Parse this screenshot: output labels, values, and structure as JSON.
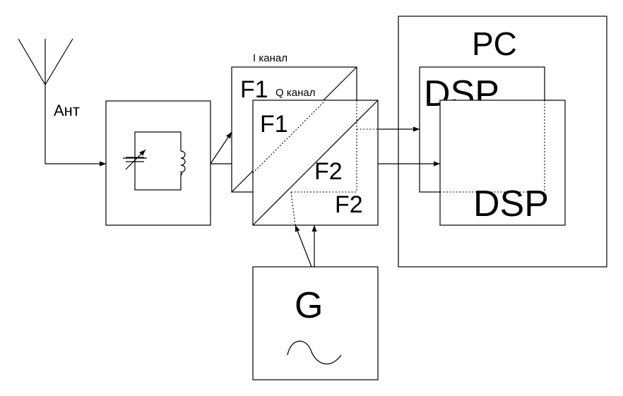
{
  "antenna": {
    "label": "Ант"
  },
  "mixer_i": {
    "channel_label": "I канал",
    "input_label": "F1"
  },
  "mixer_q": {
    "channel_label": "Q канал",
    "input_label": "F1",
    "output_inner_label": "F2",
    "output_outer_label": "F2"
  },
  "generator": {
    "label": "G"
  },
  "pc": {
    "label": "PC",
    "dsp_i_label": "DSP",
    "dsp_q_label": "DSP"
  },
  "colors": {
    "line": "#000000",
    "background": "#ffffff"
  }
}
